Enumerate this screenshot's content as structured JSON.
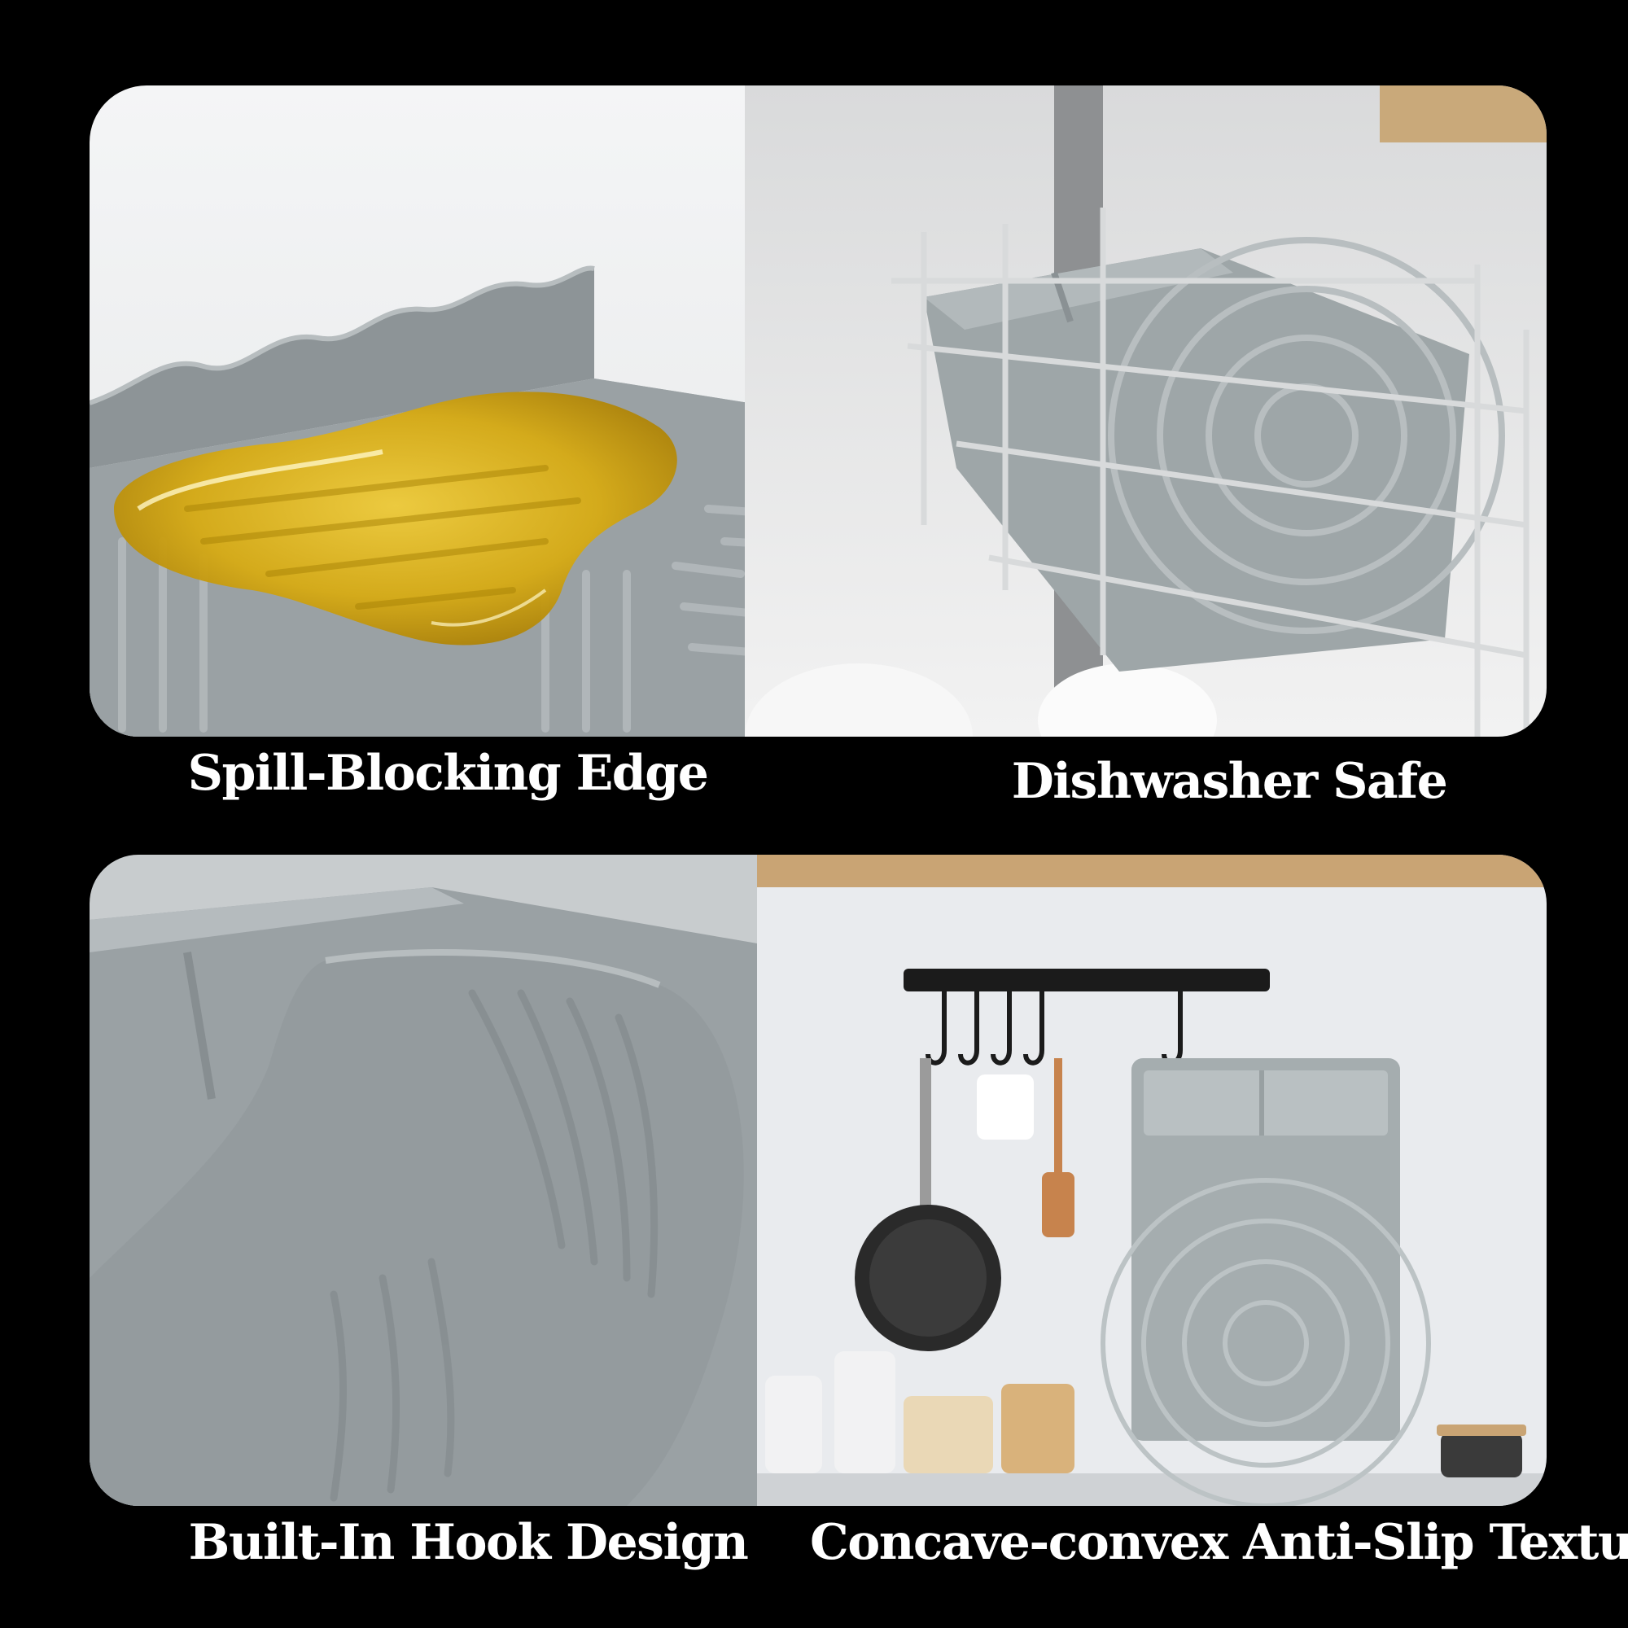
{
  "features": [
    {
      "caption": "Spill-Blocking Edge"
    },
    {
      "caption": "Dishwasher Safe"
    },
    {
      "caption": "Built-In Hook Design"
    },
    {
      "caption": "Concave-convex Anti-Slip Texture"
    }
  ],
  "colors": {
    "background": "#000000",
    "mat_gray": "#9ea6a8",
    "oil_yellow": "#d7ab14",
    "caption_text": "#ffffff"
  }
}
